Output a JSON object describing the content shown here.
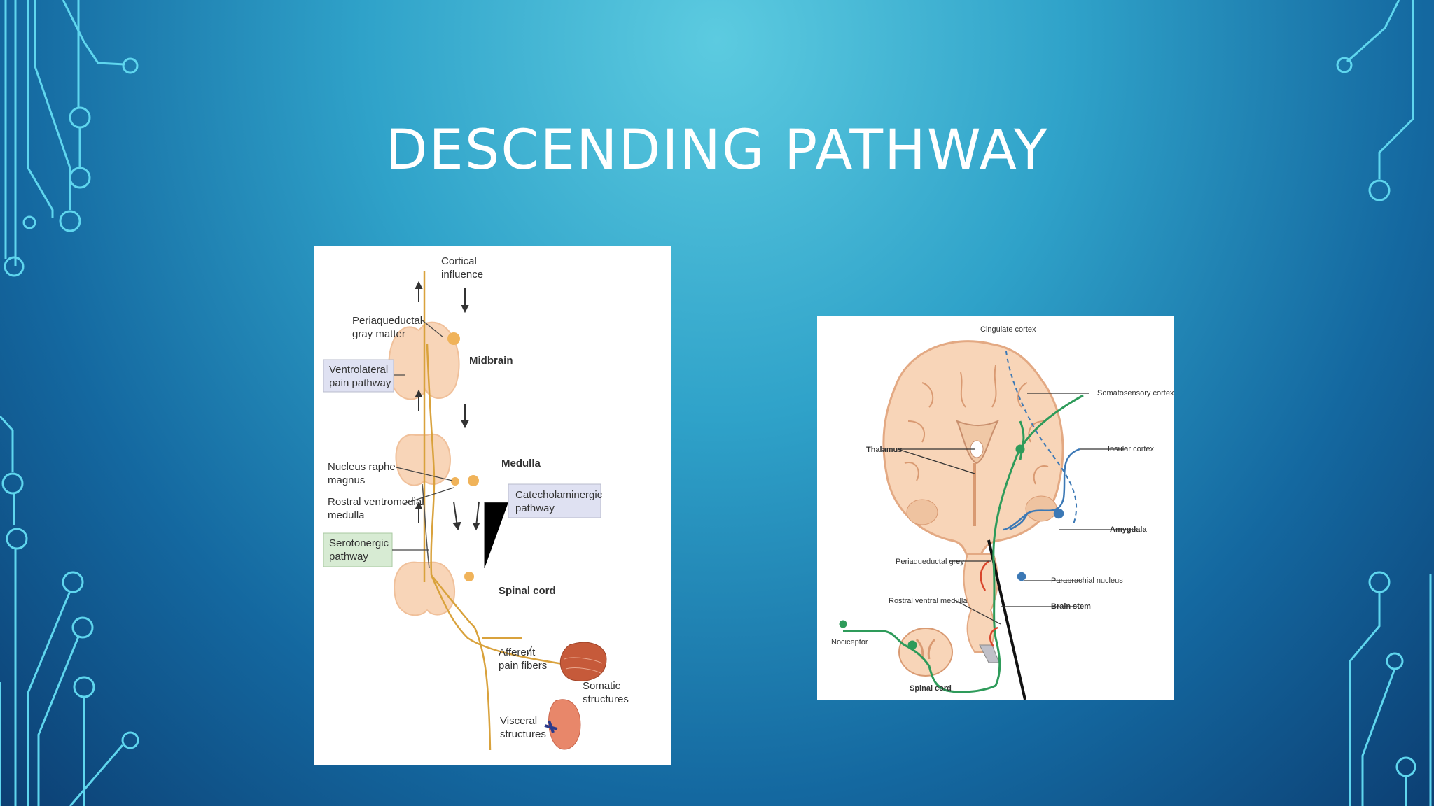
{
  "slide": {
    "title": "DESCENDING PATHWAY"
  },
  "left_diagram": {
    "cortical_influence": [
      "Cortical",
      "influence"
    ],
    "periaqueductal": [
      "Periaqueductal",
      "gray matter"
    ],
    "midbrain": "Midbrain",
    "ventrolateral": [
      "Ventrolateral",
      "pain pathway"
    ],
    "medulla": "Medulla",
    "nucleus_raphe": [
      "Nucleus raphe",
      "magnus"
    ],
    "rostral_ventromedial": [
      "Rostral ventromedial",
      "medulla"
    ],
    "catecholaminergic": [
      "Catecholaminergic",
      "pathway"
    ],
    "serotonergic": [
      "Serotonergic",
      "pathway"
    ],
    "spinal_cord": "Spinal cord",
    "afferent": [
      "Afferent",
      "pain fibers"
    ],
    "somatic": [
      "Somatic",
      "structures"
    ],
    "visceral": [
      "Visceral",
      "structures"
    ]
  },
  "right_diagram": {
    "cingulate": "Cingulate cortex",
    "somatosensory": "Somatosensory cortex",
    "thalamus": "Thalamus",
    "insular": "Insular cortex",
    "amygdala": "Amygdala",
    "periaqueductal": "Periaqueductal grey",
    "parabrachial": "Parabrachial nucleus",
    "rostral": "Rostral ventral medulla",
    "brainstem": "Brain stem",
    "nociceptor": "Nociceptor",
    "spinal": "Spinal cord"
  },
  "colors": {
    "tissue": "#f8d5b8",
    "tissue_outline": "#e3a983",
    "pathway": "#d9a23c",
    "green_path": "#2e9b5a",
    "blue_path": "#3b78b5",
    "red_arrow": "#d9452b",
    "circuit": "#5fd6ee"
  }
}
